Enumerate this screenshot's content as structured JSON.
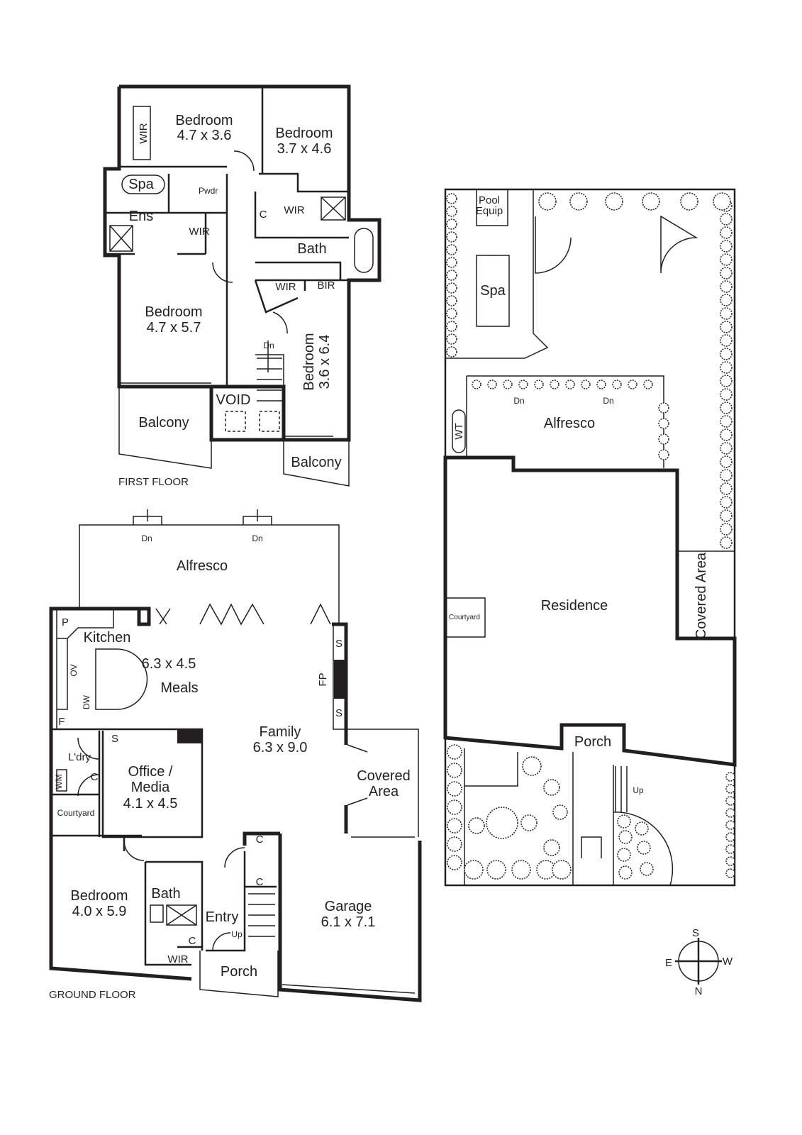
{
  "first_floor": {
    "caption": "FIRST FLOOR",
    "rooms": {
      "bedroom1": {
        "name": "Bedroom",
        "size": "4.7 x 3.6"
      },
      "bedroom2": {
        "name": "Bedroom",
        "size": "3.7 x 4.6"
      },
      "bedroom3": {
        "name": "Bedroom",
        "size": "4.7 x 5.7"
      },
      "bedroom4": {
        "name": "Bedroom",
        "size": "3.6 x 6.4"
      },
      "wir1": "WIR",
      "wir2": "WIR",
      "wir3": "WIR",
      "wir4": "WIR",
      "bir": "BIR",
      "spa": "Spa",
      "pwdr": "Pwdr",
      "ens": "Ens",
      "c": "C",
      "bath": "Bath",
      "dn": "Dn",
      "void": "VOID",
      "balcony1": "Balcony",
      "balcony2": "Balcony"
    }
  },
  "ground_floor": {
    "caption": "GROUND FLOOR",
    "rooms": {
      "alfresco": "Alfresco",
      "dn1": "Dn",
      "dn2": "Dn",
      "p": "P",
      "kitchen": "Kitchen",
      "kitchen_size": "6.3 x 4.5",
      "meals": "Meals",
      "ov": "OV",
      "dw": "DW",
      "f": "F",
      "s1": "S",
      "s2": "S",
      "s3": "S",
      "fp": "FP",
      "family": "Family",
      "family_size": "6.3 x 9.0",
      "laundry": "L'dry",
      "wm": "WM",
      "c1": "C",
      "c2": "C",
      "c3": "C",
      "c4": "C",
      "office": "Office /",
      "media": "Media",
      "office_size": "4.1 x 4.5",
      "covered": "Covered",
      "area": "Area",
      "courtyard": "Courtyard",
      "bedroom": "Bedroom",
      "bedroom_size": "4.0 x 5.9",
      "bath": "Bath",
      "entry": "Entry",
      "up": "Up",
      "wir": "WIR",
      "porch": "Porch",
      "garage": "Garage",
      "garage_size": "6.1 x 7.1"
    }
  },
  "site_plan": {
    "pool_equip_1": "Pool",
    "pool_equip_2": "Equip",
    "spa": "Spa",
    "dn1": "Dn",
    "dn2": "Dn",
    "alfresco": "Alfresco",
    "wt": "WT",
    "residence": "Residence",
    "courtyard": "Courtyard",
    "covered_area": "Covered Area",
    "porch": "Porch",
    "up": "Up"
  },
  "compass": {
    "s": "S",
    "e": "E",
    "w": "W",
    "n": "N"
  }
}
